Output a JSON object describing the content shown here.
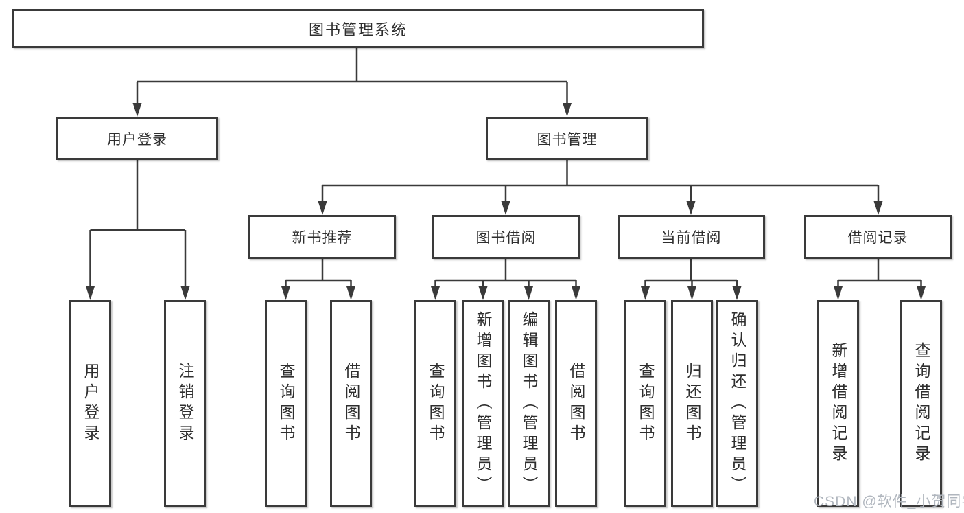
{
  "diagram_title": "图书管理系统",
  "nodes": {
    "root": {
      "label": "图书管理系统"
    },
    "children": [
      {
        "label": "用户登录",
        "children": [
          {
            "label": "用户登录"
          },
          {
            "label": "注销登录"
          }
        ]
      },
      {
        "label": "图书管理",
        "children": [
          {
            "label": "新书推荐",
            "children": [
              {
                "label": "查询图书"
              },
              {
                "label": "借阅图书"
              }
            ]
          },
          {
            "label": "图书借阅",
            "children": [
              {
                "label": "查询图书"
              },
              {
                "label": "新增图书（管理员）"
              },
              {
                "label": "编辑图书（管理员）"
              },
              {
                "label": "借阅图书"
              }
            ]
          },
          {
            "label": "当前借阅",
            "children": [
              {
                "label": "查询图书"
              },
              {
                "label": "归还图书"
              },
              {
                "label": "确认归还（管理员）"
              }
            ]
          },
          {
            "label": "借阅记录",
            "children": [
              {
                "label": "新增借阅记录"
              },
              {
                "label": "查询借阅记录"
              }
            ]
          }
        ]
      }
    ]
  },
  "watermark": "CSDN @软件_小贺同学",
  "colors": {
    "line": "#3a3a3a",
    "text": "#2e2e2e",
    "watermark": "#b0b6be",
    "background": "#ffffff"
  }
}
